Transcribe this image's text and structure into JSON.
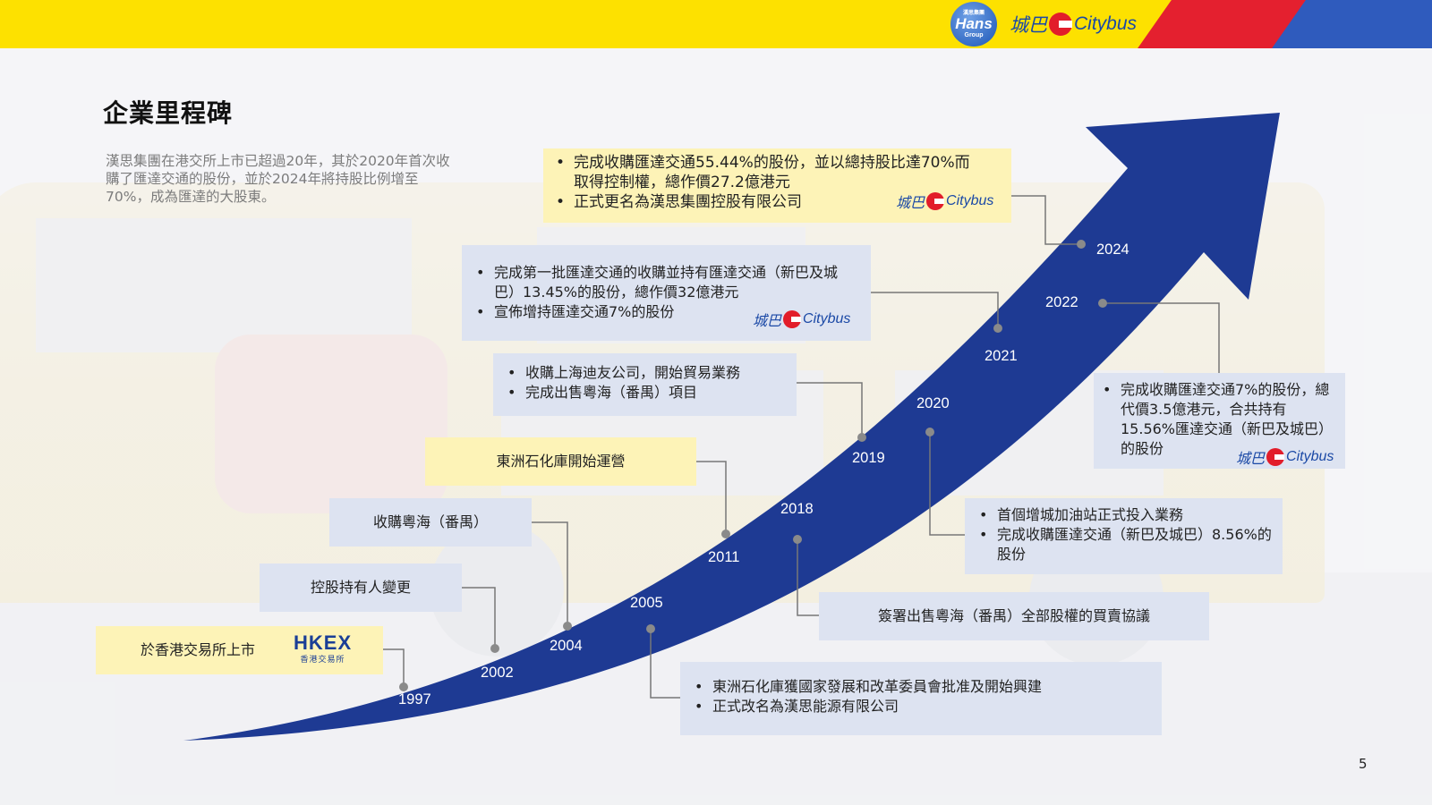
{
  "header": {
    "hans_logo": {
      "line1": "漢思集團",
      "name": "Hans",
      "line3": "Group"
    },
    "citybus_logo": {
      "chinese": "城巴",
      "english": "Citybus"
    },
    "colors": {
      "yellow": "#fde100",
      "red": "#e4202f",
      "blue": "#2f5bbd"
    }
  },
  "title": "企業里程碑",
  "intro": "漢思集團在港交所上市已超過20年，其於2020年首次收購了匯達交通的股份，並於2024年將持股比例增至70%，成為匯達的大股東。",
  "arrow": {
    "color": "#1e3a93"
  },
  "years": [
    "1997",
    "2002",
    "2004",
    "2005",
    "2011",
    "2018",
    "2019",
    "2020",
    "2021",
    "2022",
    "2024"
  ],
  "milestones": {
    "m1997": {
      "text": "於香港交易所上市",
      "logo": {
        "t1": "HKEX",
        "t2": "香港交易所"
      }
    },
    "m2002": {
      "text": "控股持有人變更"
    },
    "m2004": {
      "text": "收購粵海（番禺）"
    },
    "m2005": {
      "items": [
        "東洲石化庫獲國家發展和改革委員會批准及開始興建",
        "正式改名為漢思能源有限公司"
      ]
    },
    "m2011": {
      "text": "東洲石化庫開始運營"
    },
    "m2018": {
      "text": "簽署出售粵海（番禺）全部股權的買賣協議"
    },
    "m2019": {
      "items": [
        "收購上海迪友公司，開始貿易業務",
        "完成出售粵海（番禺）項目"
      ]
    },
    "m2020": {
      "items": [
        "首個增城加油站正式投入業務",
        "完成收購匯達交通（新巴及城巴）8.56%的股份"
      ]
    },
    "m2021": {
      "items": [
        "完成第一批匯達交通的收購並持有匯達交通（新巴及城巴）13.45%的股份，總作價32億港元",
        "宣佈增持匯達交通7%的股份"
      ]
    },
    "m2022": {
      "items": [
        "完成收購匯達交通7%的股份，總代價3.5億港元，合共持有15.56%匯達交通（新巴及城巴）的股份"
      ]
    },
    "m2024": {
      "items": [
        "完成收購匯達交通55.44%的股份，並以總持股比達70%而取得控制權，總作價27.2億港元",
        "正式更名為漢思集團控股有限公司"
      ]
    }
  },
  "page_number": "5"
}
